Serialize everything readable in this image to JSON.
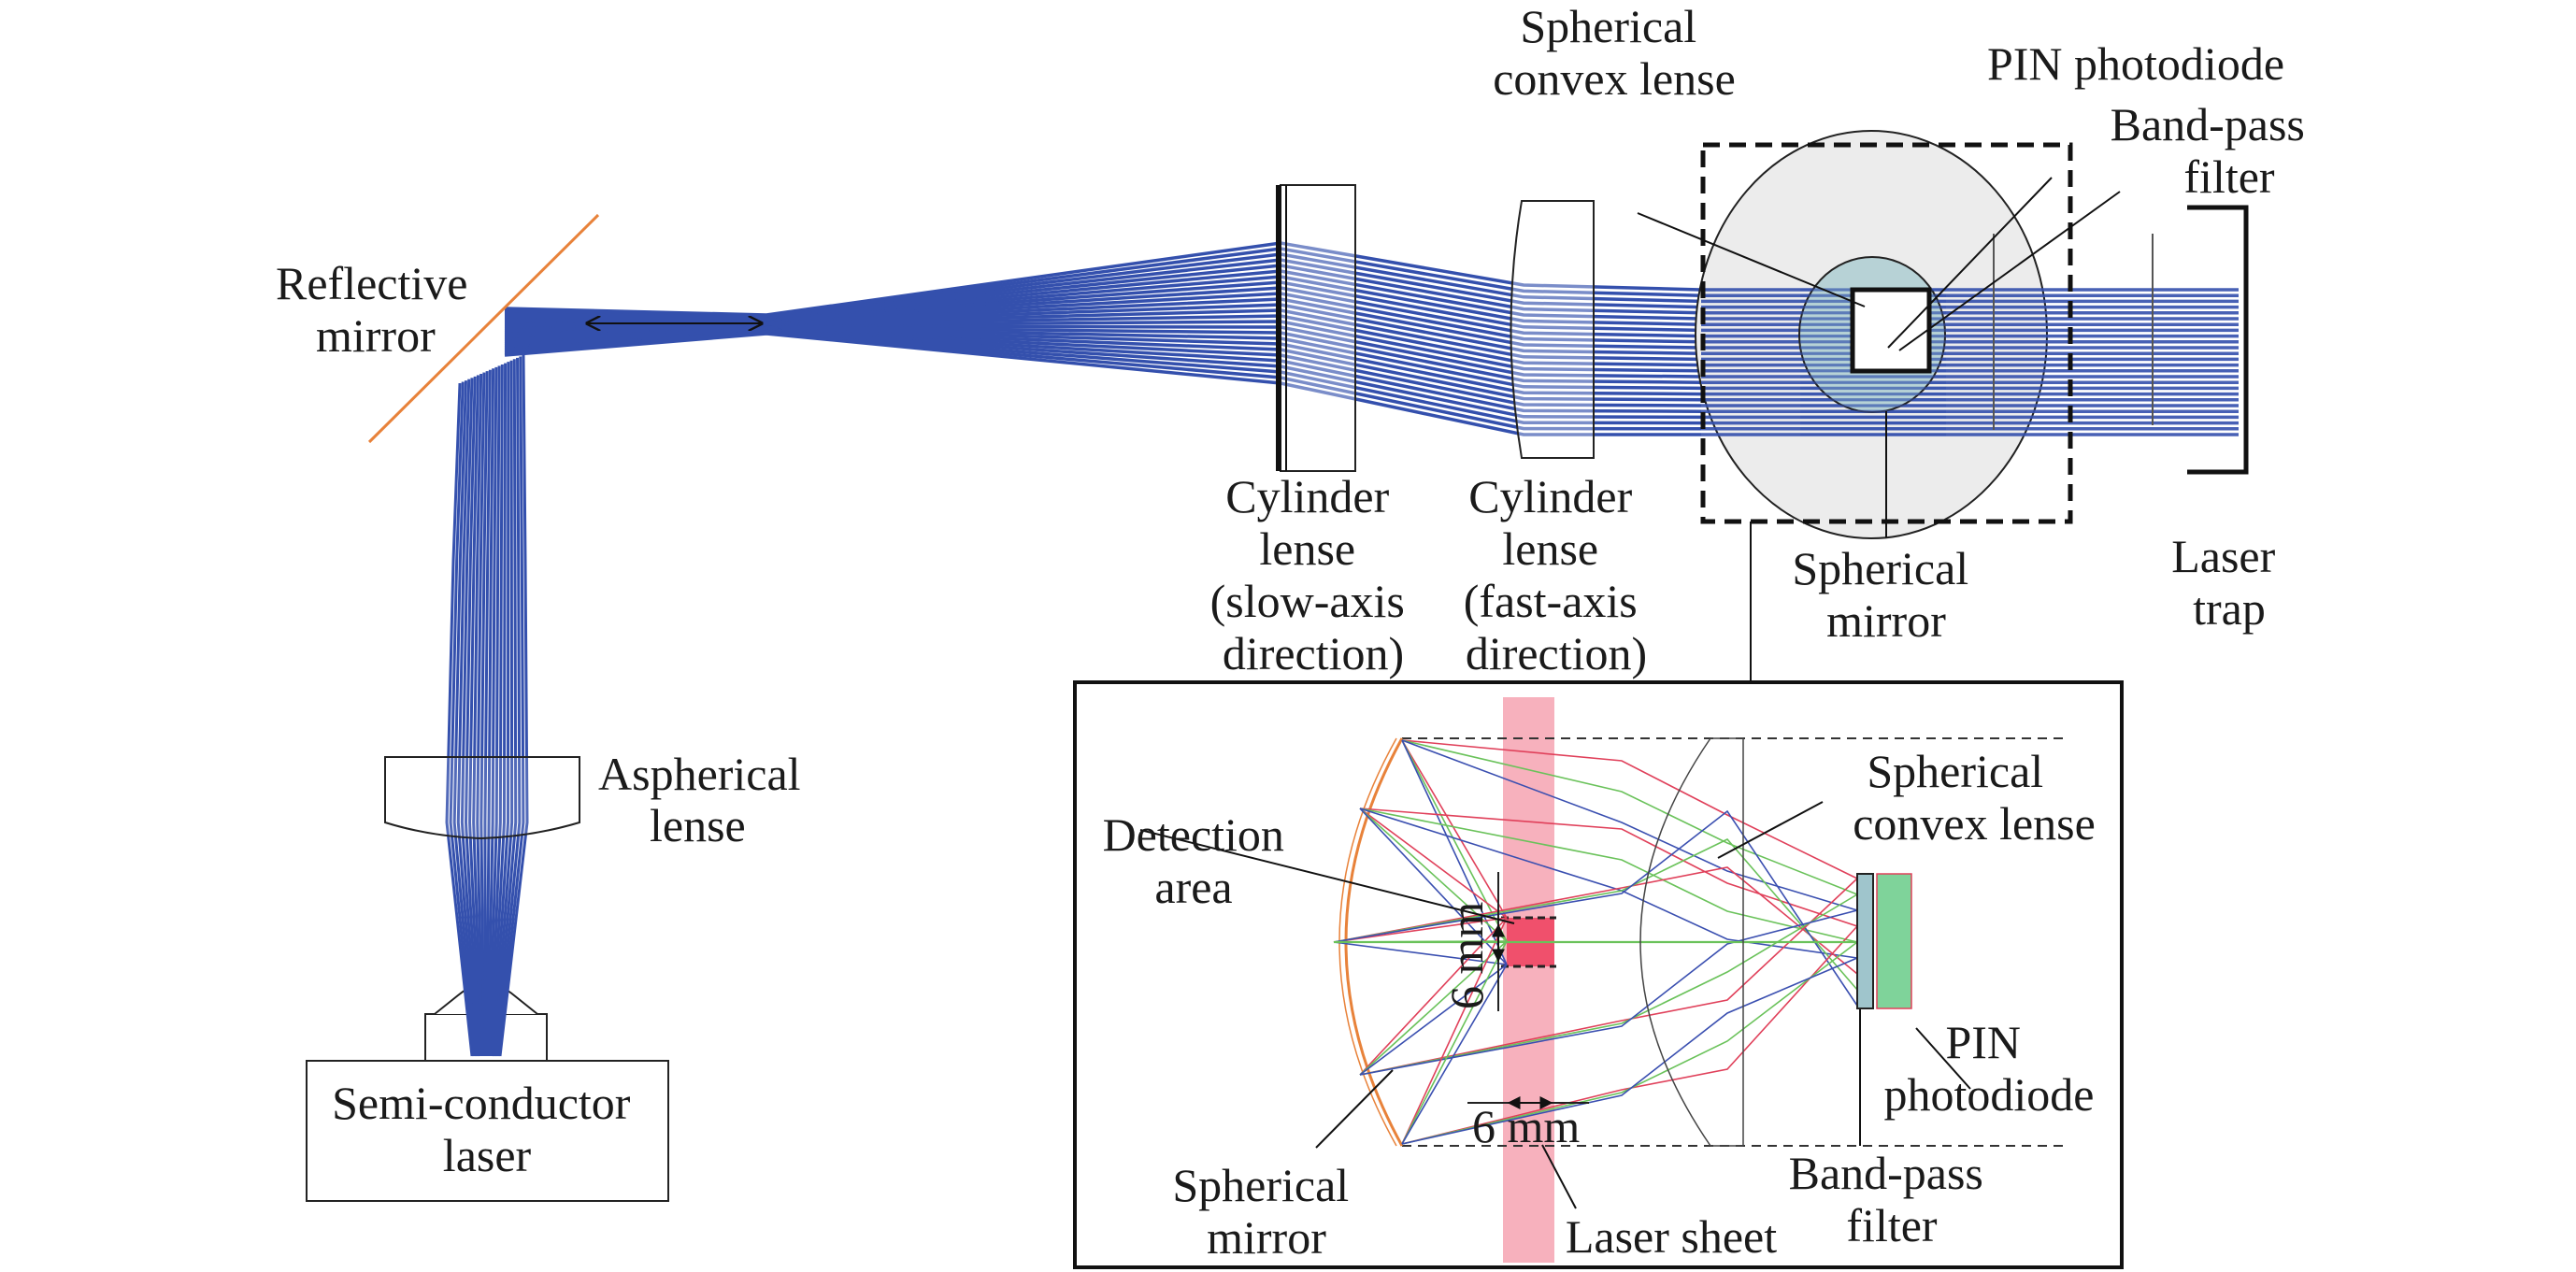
{
  "diagram": {
    "title": "Optical layout of laser-sheet particle detection system",
    "colors": {
      "beam": "#3450ad",
      "mirror_line": "#e8823a",
      "detector_disk": "#ececec",
      "lens_disk": "#a6c9cf",
      "laser_sheet": "#f7b1bd",
      "detection_area": "#f0506c",
      "photodiode": "#7fd39a",
      "bandpass": "#9fc5cc",
      "ray_red": "#e0405a",
      "ray_green": "#6ac25a",
      "ray_blue": "#3a4fb0"
    },
    "main": {
      "labels": {
        "reflective_mirror": [
          "Reflective",
          "mirror"
        ],
        "aspherical_lense": [
          "Aspherical",
          "lense"
        ],
        "semiconductor_laser": [
          "Semi-conductor",
          "laser"
        ],
        "cylinder_slow": [
          "Cylinder",
          "lense",
          "(slow-axis",
          "direction)"
        ],
        "cylinder_fast": [
          "Cylinder",
          "lense",
          "(fast-axis",
          "direction)"
        ],
        "spherical_convex_lense": [
          "Spherical",
          "convex lense"
        ],
        "pin_photodiode": [
          "PIN photodiode"
        ],
        "band_pass_filter": [
          "Band-pass",
          "filter"
        ],
        "spherical_mirror": [
          "Spherical",
          "mirror"
        ],
        "laser_trap": [
          "Laser",
          "trap"
        ]
      }
    },
    "inset": {
      "labels": {
        "detection_area": [
          "Detection",
          "area"
        ],
        "spherical_convex_lense": [
          "Spherical",
          "convex lense"
        ],
        "pin_photodiode": [
          "PIN",
          "photodiode"
        ],
        "band_pass_filter": [
          "Band-pass",
          "filter"
        ],
        "spherical_mirror": [
          "Spherical",
          "mirror"
        ],
        "laser_sheet": [
          "Laser sheet"
        ],
        "dim_vertical": "6 mm",
        "dim_horizontal": "6 mm"
      }
    }
  }
}
